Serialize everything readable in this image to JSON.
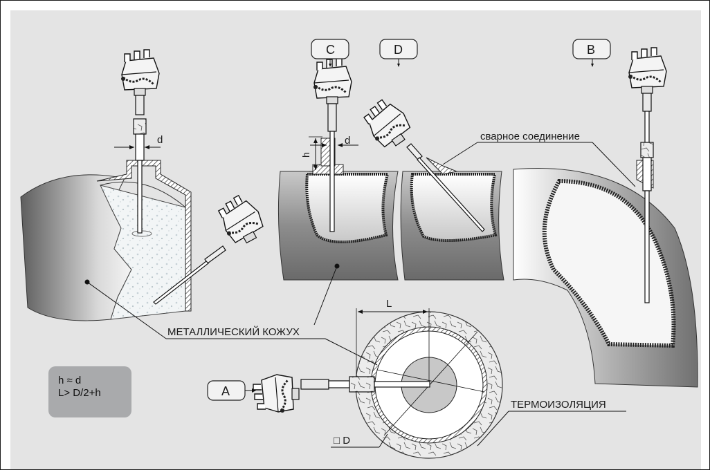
{
  "labels": {
    "callout_a": "A",
    "callout_b": "B",
    "callout_c": "C",
    "callout_d": "D",
    "dim_d_left": "d",
    "dim_d_mid": "d",
    "dim_h": "h",
    "dim_L": "L",
    "diameter": "□ D",
    "weld": "сварное соединение",
    "metal_jacket": "МЕТАЛЛИЧЕСКИЙ КОЖУХ",
    "insulation": "ТЕРМОИЗОЛЯЦИЯ"
  },
  "formula": {
    "line1": "h ≈ d",
    "line2": "L> D/2+h"
  },
  "colors": {
    "background": "#e4e4e4",
    "frame": "#1a1a1a",
    "metal_dark": "#6f6f6f",
    "metal_light": "#ffffff",
    "liquid": "#eef3f6",
    "formula_box": "#a9aaac"
  }
}
